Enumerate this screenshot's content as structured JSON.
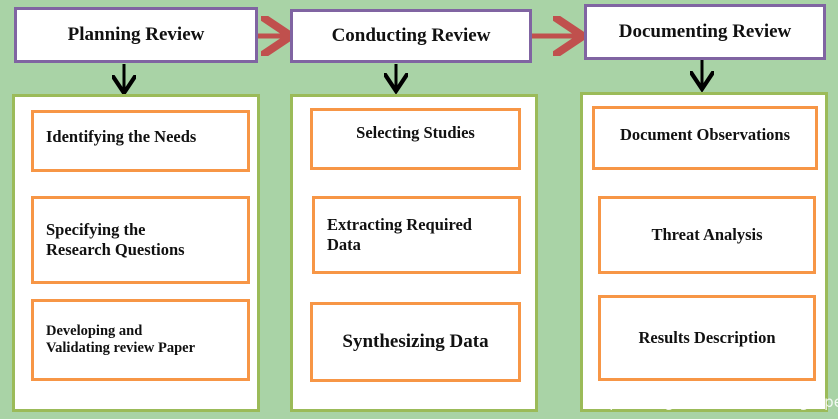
{
  "stages": [
    {
      "title": "Planning Review",
      "steps": [
        "Identifying the Needs",
        "Specifying the\nResearch Questions",
        "Developing and\nValidating review Paper"
      ]
    },
    {
      "title": "Conducting Review",
      "steps": [
        "Selecting Studies",
        "Extracting Required\nData",
        "Synthesizing Data"
      ]
    },
    {
      "title": "Documenting Review",
      "steps": [
        "Document Observations",
        "Threat Analysis",
        "Results Description"
      ]
    }
  ],
  "watermark": "https://blog.csdn.net/moonlightpeng",
  "colors": {
    "background": "#a9d3a6",
    "header_border": "#8064a2",
    "panel_border": "#9bbb59",
    "step_border": "#f79646",
    "flow_arrow": "#c0504d",
    "down_arrow": "#000000"
  }
}
